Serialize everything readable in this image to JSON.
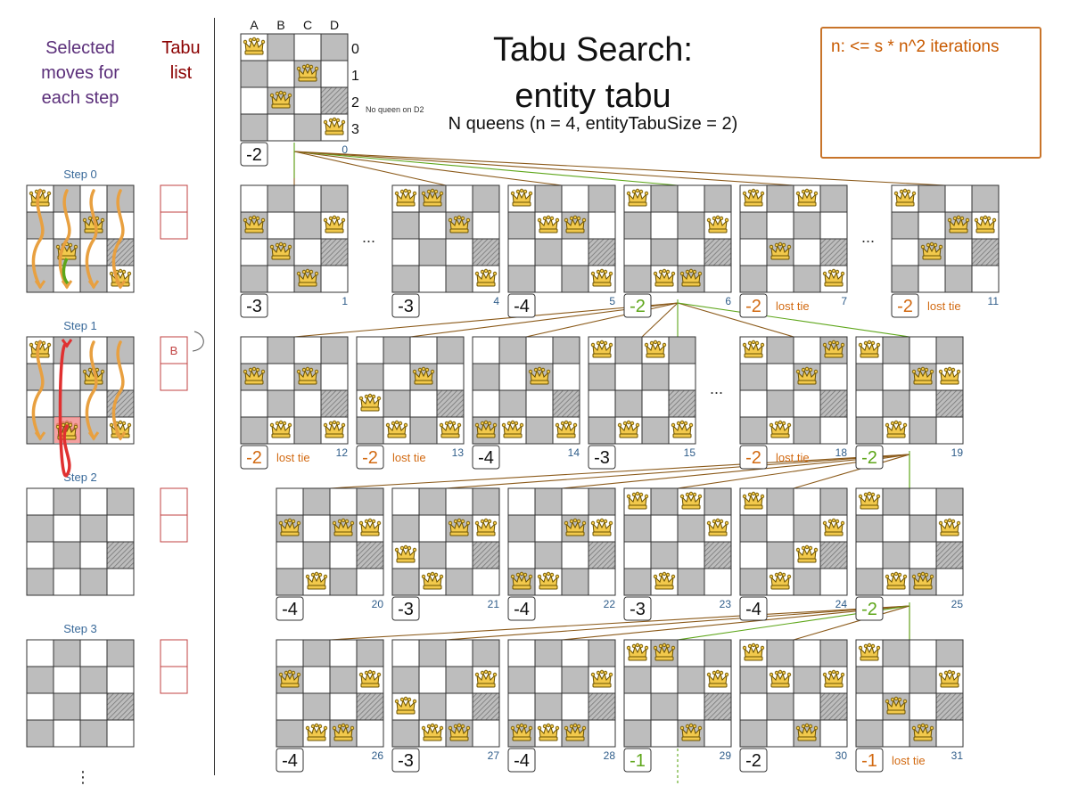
{
  "header": {
    "selected_moves": "Selected moves for each step",
    "tabu_list": "Tabu list",
    "title_line1": "Tabu Search:",
    "title_line2": "entity tabu",
    "subtitle": "N queens (n = 4, entityTabuSize = 2)",
    "note": "n: <= s * n^2 iterations",
    "no_queen_note": "No queen on D2",
    "lost_tie": "lost tie",
    "more": "...",
    "vertical_more": "⋮"
  },
  "columns": [
    "A",
    "B",
    "C",
    "D"
  ],
  "rows": [
    "0",
    "1",
    "2",
    "3"
  ],
  "colors": {
    "dark_cell": "#bdbdbd",
    "light_cell": "#ffffff",
    "accent_brown": "#8b5a1a",
    "accent_green": "#5ea61a",
    "score_orange": "#d26a12",
    "score_green": "#5ea61a",
    "index_blue": "#2f5d8a",
    "tabu_red": "#c04040",
    "step_blue": "#3a6a9a",
    "move_arrow": "#e8a040",
    "selected_arrow": "#e03030",
    "title_purple": "#5b2f7a"
  },
  "steps": [
    {
      "label": "Step 0",
      "tabu": [
        "",
        ""
      ]
    },
    {
      "label": "Step 1",
      "tabu": [
        "B",
        ""
      ]
    },
    {
      "label": "Step 2",
      "tabu": [
        "",
        ""
      ]
    },
    {
      "label": "Step 3",
      "tabu": [
        "",
        ""
      ]
    }
  ],
  "start_board": {
    "queens": [
      0,
      2,
      1,
      3
    ],
    "score": "-2",
    "index": "0"
  },
  "boards": [
    {
      "index": "1",
      "score": "-3",
      "queens": [
        1,
        2,
        3,
        1
      ],
      "score_color": "black",
      "lost_tie": false
    },
    {
      "index": "4",
      "score": "-3",
      "queens": [
        0,
        0,
        1,
        3
      ],
      "score_color": "black",
      "lost_tie": false
    },
    {
      "index": "5",
      "score": "-4",
      "queens": [
        0,
        1,
        1,
        3
      ],
      "score_color": "black",
      "lost_tie": false
    },
    {
      "index": "6",
      "score": "-2",
      "queens": [
        0,
        3,
        3,
        1
      ],
      "score_color": "green",
      "lost_tie": false
    },
    {
      "index": "7",
      "score": "-2",
      "queens": [
        0,
        2,
        0,
        3
      ],
      "score_color": "orange",
      "lost_tie": true
    },
    {
      "index": "11",
      "score": "-2",
      "queens": [
        0,
        2,
        1,
        1
      ],
      "score_color": "orange",
      "lost_tie": true
    },
    {
      "index": "12",
      "score": "-2",
      "queens": [
        1,
        3,
        1,
        3
      ],
      "score_color": "orange",
      "lost_tie": true
    },
    {
      "index": "13",
      "score": "-2",
      "queens": [
        2,
        3,
        1,
        3
      ],
      "score_color": "orange",
      "lost_tie": true
    },
    {
      "index": "14",
      "score": "-4",
      "queens": [
        3,
        3,
        1,
        3
      ],
      "score_color": "black",
      "lost_tie": false
    },
    {
      "index": "15",
      "score": "-3",
      "queens": [
        0,
        3,
        0,
        3
      ],
      "score_color": "black",
      "lost_tie": false
    },
    {
      "index": "18",
      "score": "-2",
      "queens": [
        0,
        3,
        1,
        0
      ],
      "score_color": "orange",
      "lost_tie": true
    },
    {
      "index": "19",
      "score": "-2",
      "queens": [
        0,
        3,
        1,
        1
      ],
      "score_color": "green",
      "lost_tie": false
    },
    {
      "index": "20",
      "score": "-4",
      "queens": [
        1,
        3,
        1,
        1
      ],
      "score_color": "black",
      "lost_tie": false
    },
    {
      "index": "21",
      "score": "-3",
      "queens": [
        2,
        3,
        1,
        1
      ],
      "score_color": "black",
      "lost_tie": false
    },
    {
      "index": "22",
      "score": "-4",
      "queens": [
        3,
        3,
        1,
        1
      ],
      "score_color": "black",
      "lost_tie": false
    },
    {
      "index": "23",
      "score": "-3",
      "queens": [
        0,
        3,
        0,
        1
      ],
      "score_color": "black",
      "lost_tie": false
    },
    {
      "index": "24",
      "score": "-4",
      "queens": [
        0,
        3,
        2,
        1
      ],
      "score_color": "black",
      "lost_tie": false
    },
    {
      "index": "25",
      "score": "-2",
      "queens": [
        0,
        3,
        3,
        1
      ],
      "score_color": "green",
      "lost_tie": false
    },
    {
      "index": "26",
      "score": "-4",
      "queens": [
        1,
        3,
        3,
        1
      ],
      "score_color": "black",
      "lost_tie": false
    },
    {
      "index": "27",
      "score": "-3",
      "queens": [
        2,
        3,
        3,
        1
      ],
      "score_color": "black",
      "lost_tie": false
    },
    {
      "index": "28",
      "score": "-4",
      "queens": [
        3,
        3,
        3,
        1
      ],
      "score_color": "black",
      "lost_tie": false
    },
    {
      "index": "29",
      "score": "-1",
      "queens": [
        0,
        0,
        3,
        1
      ],
      "score_color": "green",
      "lost_tie": false
    },
    {
      "index": "30",
      "score": "-2",
      "queens": [
        0,
        1,
        3,
        1
      ],
      "score_color": "black",
      "lost_tie": false
    },
    {
      "index": "31",
      "score": "-1",
      "queens": [
        0,
        2,
        3,
        1
      ],
      "score_color": "orange",
      "lost_tie": true
    }
  ],
  "step_boards": [
    {
      "queens": [
        0,
        2,
        1,
        3
      ]
    },
    {
      "queens": [
        0,
        3,
        1,
        3
      ]
    }
  ]
}
